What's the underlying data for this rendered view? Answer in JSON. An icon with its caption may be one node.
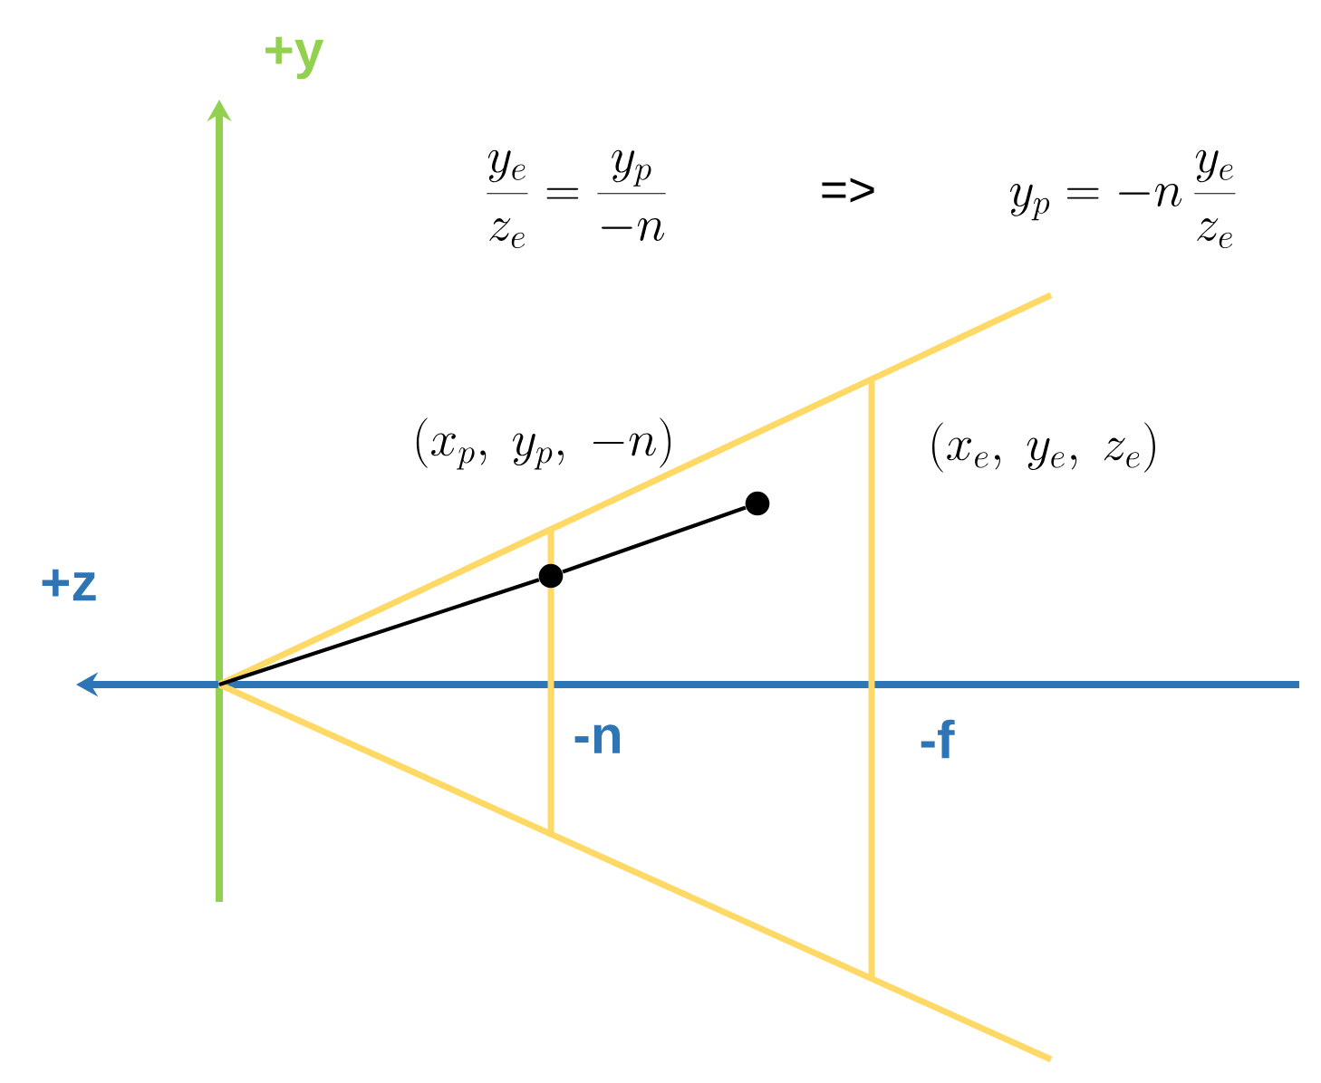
{
  "diagram": {
    "nodes": [
      {
        "text": [],
        "shape": "circle",
        "beside": [
          "(x_p,\\ y_p,\\ -n)"
        ]
      },
      {
        "text": [],
        "shape": "circle"
      }
    ],
    "edges": [
      {
        "from": null,
        "to": 0,
        "arrow": "none"
      },
      {
        "from": 0,
        "to": 1,
        "arrow": "none"
      }
    ],
    "labels": [
      "+y",
      "\\frac{y_e}{z_e} = \\frac{y_p}{-n}",
      "=>",
      "y_p = -n\\,\\frac{y_e}{z_e}",
      "(x_e,\\ y_e,\\ z_e)",
      "+z",
      "-n",
      "-f"
    ]
  }
}
